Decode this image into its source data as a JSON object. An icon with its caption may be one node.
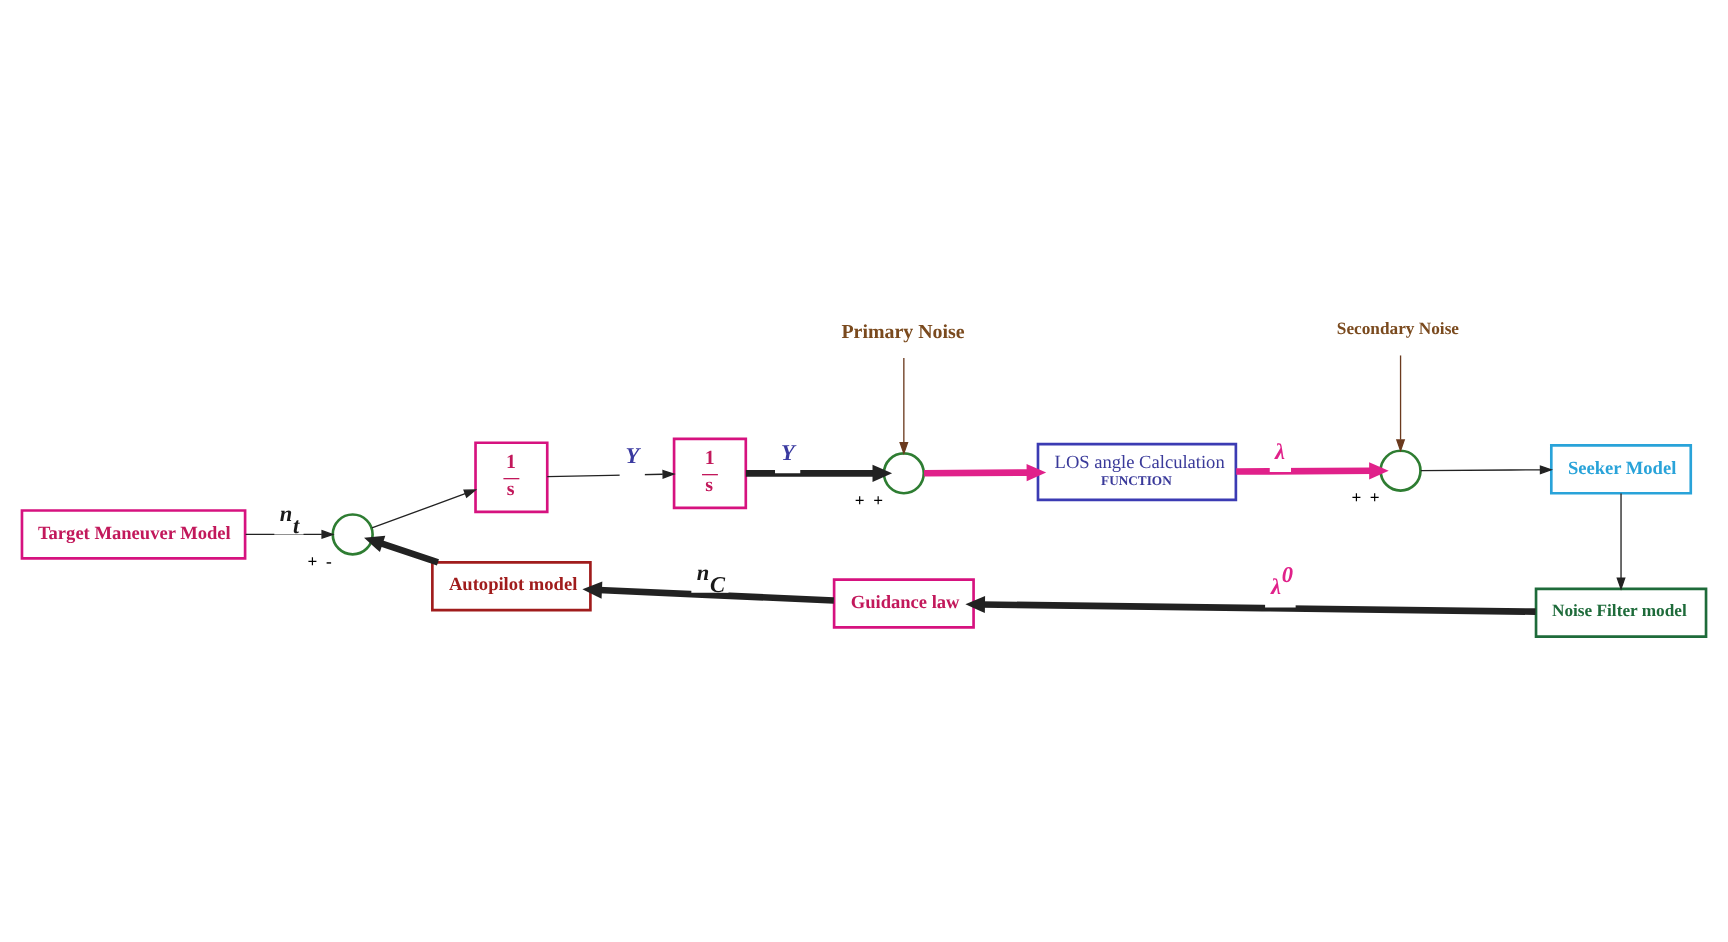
{
  "diagram": {
    "nodes": [
      {
        "text": [
          "Target Maneuver Model"
        ]
      },
      {
        "text": [],
        "shape": "circle",
        "beside": [
          "+",
          "-"
        ]
      },
      {
        "text": [
          "1",
          "s"
        ]
      },
      {
        "text": [
          "1",
          "s"
        ]
      },
      {
        "text": [
          "Primary Noise"
        ]
      },
      {
        "text": [],
        "shape": "circle",
        "beside": [
          "+",
          "+"
        ]
      },
      {
        "text": [
          "LOS angle Calculation",
          "FUNCTION"
        ]
      },
      {
        "text": [
          "Secondary Noise"
        ]
      },
      {
        "text": [],
        "shape": "circle",
        "beside": [
          "+",
          "+"
        ]
      },
      {
        "text": [
          "Seeker Model"
        ]
      },
      {
        "text": [
          "Noise Filter model"
        ]
      },
      {
        "text": [
          "Guidance law"
        ]
      },
      {
        "text": [
          "Autopilot model"
        ]
      }
    ],
    "edges": [
      {
        "from": 0,
        "to": 1,
        "arrow": "to",
        "label": "n$_{t}$"
      },
      {
        "from": 1,
        "to": 2,
        "arrow": "to"
      },
      {
        "from": 2,
        "to": 3,
        "arrow": "to",
        "label": "Y"
      },
      {
        "from": 3,
        "to": 5,
        "arrow": "to",
        "label": "Y",
        "style": "thick"
      },
      {
        "from": 4,
        "to": 5,
        "arrow": "to",
        "color": "#6b3a1e"
      },
      {
        "from": 5,
        "to": 6,
        "arrow": "to",
        "color": "#e0218a",
        "style": "thick"
      },
      {
        "from": 6,
        "to": 8,
        "arrow": "to",
        "label": "λ",
        "color": "#e0218a",
        "style": "thick"
      },
      {
        "from": 7,
        "to": 8,
        "arrow": "to",
        "color": "#6b3a1e"
      },
      {
        "from": 8,
        "to": 9,
        "arrow": "to"
      },
      {
        "from": 9,
        "to": 10,
        "arrow": "to"
      },
      {
        "from": 10,
        "to": 11,
        "arrow": "to",
        "label": "λ$^{0}$",
        "style": "thick"
      },
      {
        "from": 11,
        "to": 12,
        "arrow": "to",
        "label": "n$_{C}$",
        "style": "thick"
      },
      {
        "from": 12,
        "to": 1,
        "arrow": "to",
        "style": "thick"
      }
    ]
  }
}
